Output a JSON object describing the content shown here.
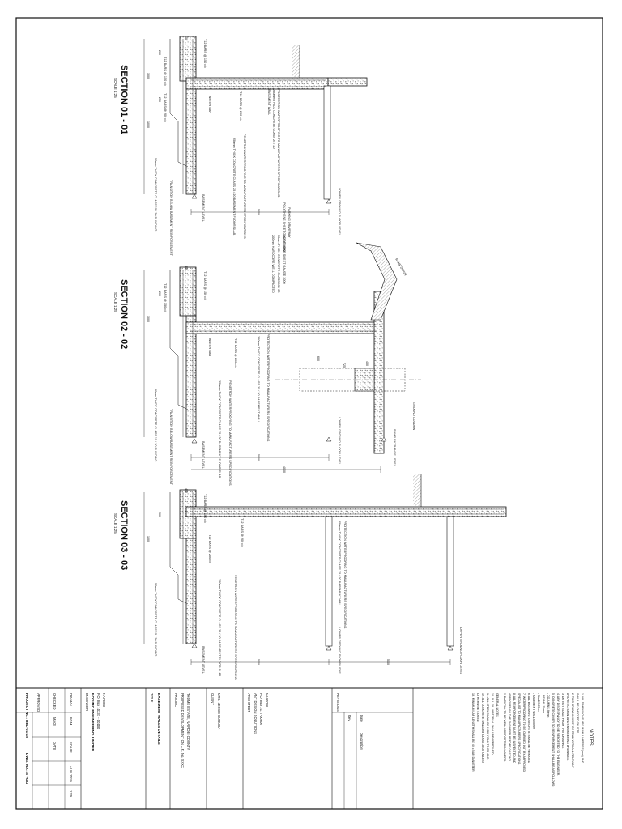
{
  "sections": [
    {
      "title": "SECTION 01 - 01",
      "scale": "SCALE 1:25",
      "labels": [
        "T12 BARS @ 150 c/c",
        "T12 BARS @ 150 c/c",
        "WATER BAR",
        "T12 BARS @ 200 c/c",
        "T12 BARS @ 200 c/c",
        "PROTECTION WATERPROOFING TO MANUFACTURERS SPECIFICATIONS",
        "250mm THICK CONCRETE CLASS 25 / 20",
        "BASEMENT WALL",
        "POLYTHENE SHEET GAUGE 1000",
        "PENETRON WATERPROOFING TO MANUFACTURERS SPECIFICATIONS",
        "250mm THICK CONCRETE CLASS 25 / 20 BASEMENT FLOOR SLAB",
        "50mm THICK CONCRETE CLASS 15 / 20 BLINDING",
        "TRANSITION BELOW BASEMENT REINFORCEMENT",
        "BASEMENT LEVEL",
        "LOWER GROUND FLOOR LEVEL",
        "PARKING DRIVEWAY"
      ],
      "dims": [
        "450",
        "200",
        "1000",
        "5000",
        "250",
        "1000"
      ]
    },
    {
      "title": "SECTION 02 - 02",
      "scale": "SCALE 1:25",
      "labels": [
        "T12 BARS @ 150 c/c",
        "T12 BARS @ 150 c/c",
        "WATER BAR",
        "T12 BARS @ 200 c/c",
        "250mm THICK CONCRETE CLASS 25 / 20 BASEMENT WALL",
        "PROTECTION WATERPROOFING TO MANUFACTURERS SPECIFICATIONS",
        "PENETRON WATERPROOFING TO MANUFACTURERS SPECIFICATIONS",
        "250mm THICK CONCRETE CLASS 25 / 20 BASEMENT FLOOR SLAB",
        "50mm THICK CONCRETE CLASS 15 / 20 BLINDING",
        "TRANSITION BELOW BASEMENT REINFORCEMENT",
        "BASEMENT LEVEL",
        "LOWER GROUND FLOOR LEVEL",
        "RAMP ENTRANCE LEVEL",
        "GROUND COLUMN",
        "RAMP DOWN",
        "POLYTHENE SHEET GAUGE 1000",
        "50mm THICK CONCRETE CLASS 15 / 20",
        "200mm HARDCORE WELL COMPACTED"
      ],
      "dims": [
        "450",
        "200",
        "1000",
        "600",
        "725",
        "450",
        "5000",
        "4000"
      ]
    },
    {
      "title": "SECTION 03 - 03",
      "scale": "SCALE 1:25",
      "labels": [
        "T12 BARS @ 150 c/c",
        "T12 BARS @ 200 c/c",
        "T12 BARS @ 200 c/c",
        "PROTECTION WATERPROOFING TO MANUFACTURERS SPECIFICATIONS",
        "250mm THICK CONCRETE CLASS 25 / 20 BASEMENT WALL",
        "PENETRON WATERPROOFING TO MANUFACTURERS SPECIFICATIONS",
        "250mm THICK CONCRETE CLASS 25 / 20 BASEMENT FLOOR SLAB",
        "50mm THICK CONCRETE CLASS 15 / 20 BLINDING",
        "BASEMENT LEVEL",
        "LOWER GROUND FLOOR LEVEL",
        "UPPER GROUND FLOOR LEVEL"
      ],
      "dims": [
        "450",
        "200",
        "1000",
        "5000",
        "5000"
      ]
    }
  ],
  "notes": {
    "heading": "NOTES",
    "items": [
      "1.  ALL DIMENSIONS ARE IN MILLIMETRES (mm) AND",
      "    SHALL BE CHECKED ON SITE.",
      "2.  THIS DRAWING MUST BE READ WITH ALL RELEVANT",
      "    ARCHITECTURAL AND ENGINEERING DRAWINGS.",
      "3.  DO NOT SCALE FROM THIS DRAWING.",
      "4.  ANY DISCREPANCY TO BE REPORTED TO THE ENGINEER.",
      "5.  CONCRETE COVER TO REINFORCEMENT SHALL BE AS FOLLOWS:",
      "    - COLUMNS          40mm",
      "    - BEAMS            25mm",
      "    - SLABS            25mm",
      "    - BASEMENT WALLS   50mm",
      "6.  ALL BASEMENT CONCRETE SHALL BE VIBRATED.",
      "7.  WATERPROOFING TO BE CARRIED OUT BY APPROVED",
      "    SPECIALIST TO MANUFACTURERS SPECIFICATIONS.",
      "8.  ALL REINFORCEMENT MUST BE INSPECTED AND",
      "    APPROVED BY THE ENGINEER BEFORE CASTING.",
      "9.  BACKFILL TO BE WELL COMPACTED IN LAYERS."
    ],
    "general_heading": "GENERAL NOTES",
    "general_items": [
      "10. ALL FILL MATERIAL SHALL BE APPROVED.",
      "11. ALL STEEL SHALL BE HIGH YIELD TO BS 4449.",
      "12. ALL CONCRETE SHALL BE CLASS 25/20 UNLESS",
      "    OTHERWISE STATED.",
      "13. MINIMUM LAP LENGTH SHALL BE 40 x BAR DIAMETER."
    ]
  },
  "revisions": {
    "heading": "REVISIONS",
    "col_date": "Date",
    "col_desc": "Description",
    "col_rev": "Rev."
  },
  "title_block": {
    "architect_label": "ARCHITECT",
    "architect": [
      "ANT DESIGN SOLUTIONS",
      "P.O. Box 2177-00606",
      "NAIROBI"
    ],
    "client_label": "CLIENT",
    "client": "MRS. JESSIE KURUGA",
    "project_label": "PROJECT",
    "project": [
      "PROPOSED DEVELOPMENT ON L.R. No. XXXX",
      "THOME ESTATE, NAIROBI COUNTY"
    ],
    "title_label": "TITLE",
    "title": "BASEMENT WALLS DETAILS",
    "engineer_label": "ENGINEER",
    "engineer": [
      "BOGIMO ENGINEERING LIMITED",
      "P.O. Box 10337 - 00100",
      "NAIROBI"
    ],
    "drawn_label": "DRAWN",
    "drawn": "FGM",
    "checked_label": "CHECKED",
    "checked": "MAGI",
    "approved_label": "APPROVED",
    "scale_label": "SCALE",
    "scale": "1:25",
    "date_label": "DATE",
    "date": "AUG 2019",
    "project_no": "PROJECT No.: BEL-01-15",
    "dwg_no": "DWG. No.: ST-002"
  }
}
